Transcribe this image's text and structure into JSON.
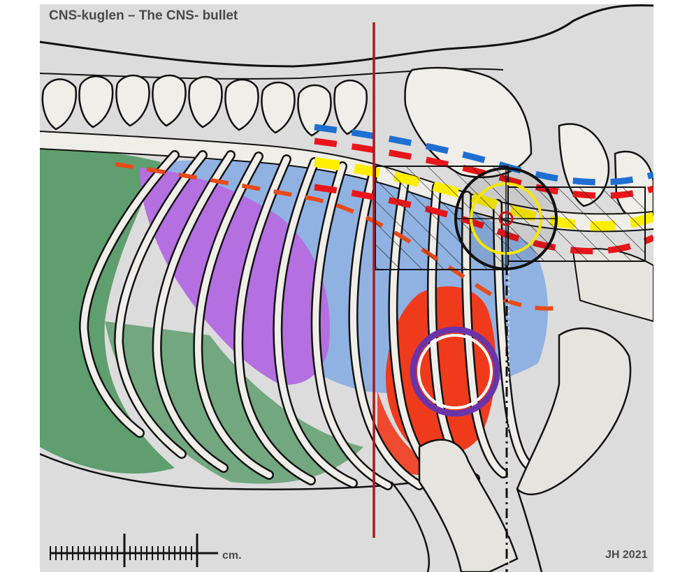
{
  "title": "CNS-kuglen – The CNS- bullet",
  "credit": "JH 2021",
  "scale_bar": {
    "unit_label": "cm."
  },
  "colors": {
    "background": "#dcdcdc",
    "bone_fill": "#f0eee8",
    "bone_outline": "#111111",
    "abdomen_green": "#5f9e6e",
    "lung_blue": "#8fb2e3",
    "lung_purple": "#b46fe0",
    "heart_red": "#f03a1c",
    "dash_blue": "#1e6fd1",
    "dash_red": "#e8161a",
    "dash_yellow": "#ffee00",
    "vertical_line": "#b3161a",
    "target_circle": "#111111",
    "target_inner": "#f5e600",
    "heart_ring": "#6a34a8"
  }
}
